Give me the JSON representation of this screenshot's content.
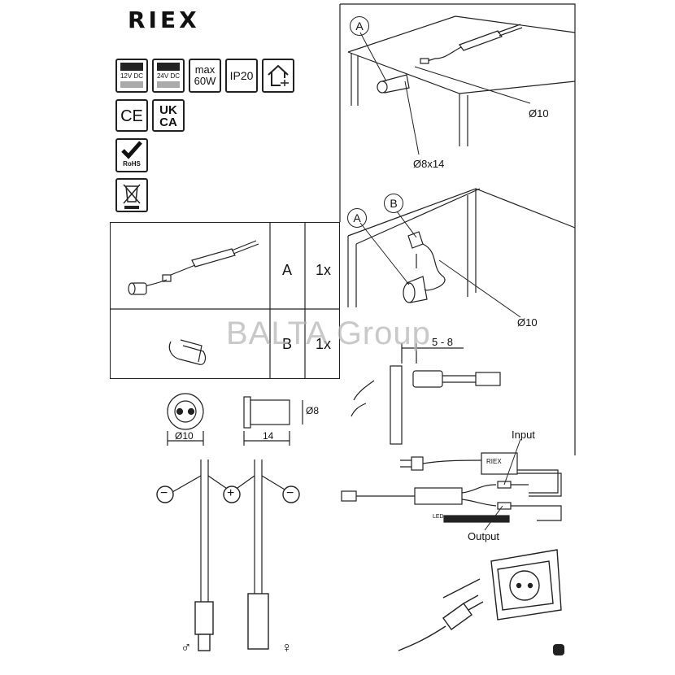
{
  "brand": "RIEX",
  "voltage_12": "12V DC",
  "voltage_24": "24V DC",
  "power_max": "max",
  "power_value": "60W",
  "ip_rating": "IP20",
  "ce_mark": "CE",
  "ukca_top": "UK",
  "ukca_bottom": "CA",
  "rohs": "RoHS",
  "watermark": "BALTA Group",
  "table": {
    "row_a_label": "A",
    "row_a_qty": "1x",
    "row_b_label": "B",
    "row_b_qty": "1x"
  },
  "callouts": {
    "a": "A",
    "b": "B",
    "hole_10_top": "Ø10",
    "hole_8x14": "Ø8x14",
    "hole_10_mid": "Ø10",
    "depth": "5 - 8",
    "dim_10": "Ø10",
    "dim_14": "14",
    "dim_8": "Ø8"
  },
  "wiring": {
    "input": "Input",
    "output": "Output",
    "led": "LED",
    "driver_brand": "RIEX",
    "minus": "−",
    "plus": "+",
    "male": "♂",
    "female": "♀"
  }
}
